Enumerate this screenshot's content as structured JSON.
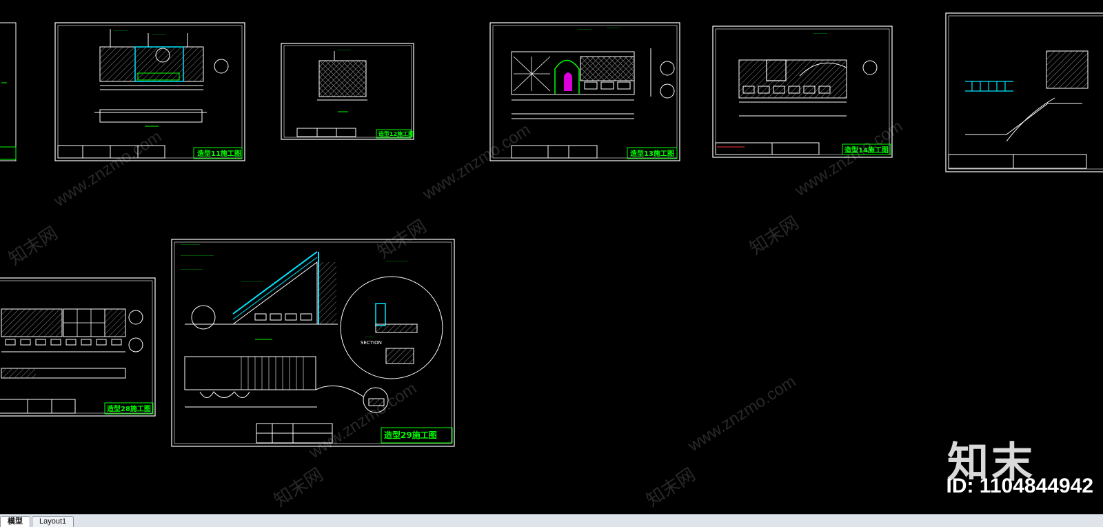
{
  "sheets": [
    {
      "title": "造型11施工图"
    },
    {
      "title": "造型12施工图"
    },
    {
      "title": "造型13施工图"
    },
    {
      "title": "造型14施工图"
    },
    {
      "title": "造型28施工图"
    },
    {
      "title": "造型29施工图"
    }
  ],
  "annotations": {
    "section_label": "SECTION"
  },
  "watermark": {
    "site": "www.znzmo.com",
    "brand": "知末",
    "brand_tilted": "知末网",
    "id_text": "ID: 1104844942"
  },
  "tabs": [
    {
      "label": "模型"
    },
    {
      "label": "Layout1"
    }
  ],
  "colors": {
    "background": "#000000",
    "line_white": "#ffffff",
    "line_green": "#00ff00",
    "line_cyan": "#00e5ff",
    "line_magenta": "#ff00ff",
    "line_yellow": "#ffff00"
  }
}
